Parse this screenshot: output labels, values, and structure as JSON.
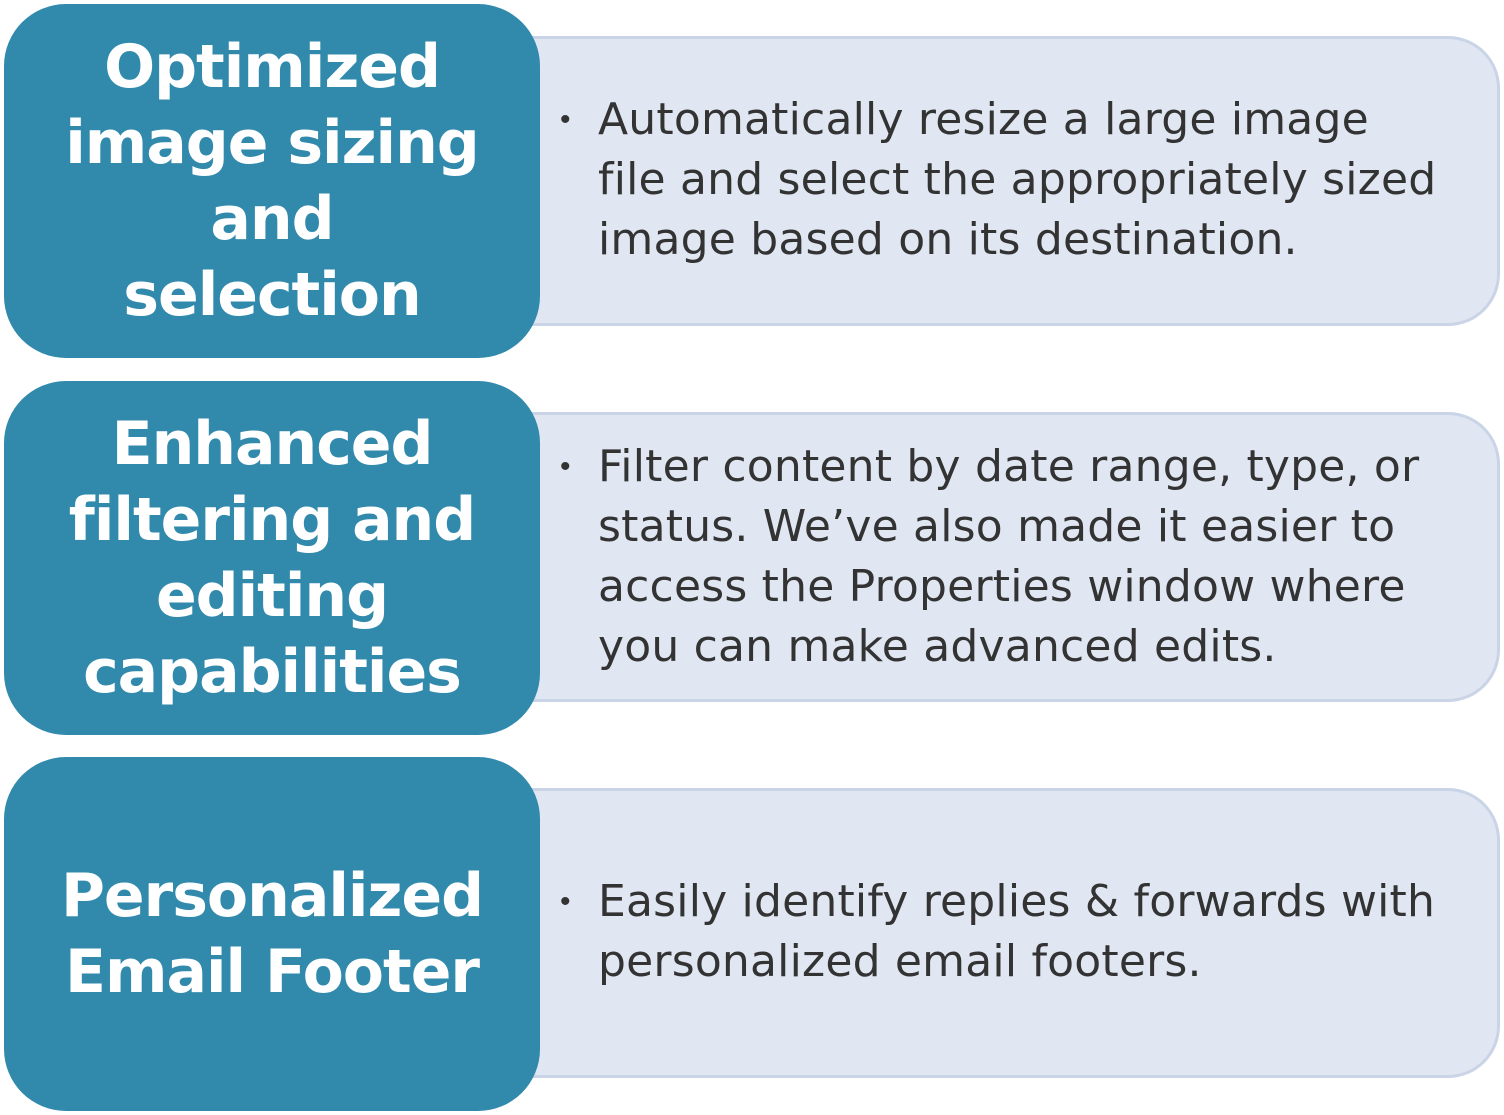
{
  "rows": [
    {
      "title": "Optimized image sizing and selection",
      "bullet": "Automatically resize a large image file and select the appropriately sized image based on its destination."
    },
    {
      "title": "Enhanced filtering and editing capabilities",
      "bullet": "Filter content by date range, type, or status. We’ve also made it easier to access the Properties window where you can make advanced edits."
    },
    {
      "title": "Personalized Email Footer",
      "bullet": "Easily identify replies & forwards with personalized email footers."
    }
  ],
  "colors": {
    "title_fill": "#318aac",
    "detail_fill": "#e0e7f2",
    "detail_border": "#c9d4e6",
    "title_text": "#ffffff",
    "body_text": "#333333"
  }
}
